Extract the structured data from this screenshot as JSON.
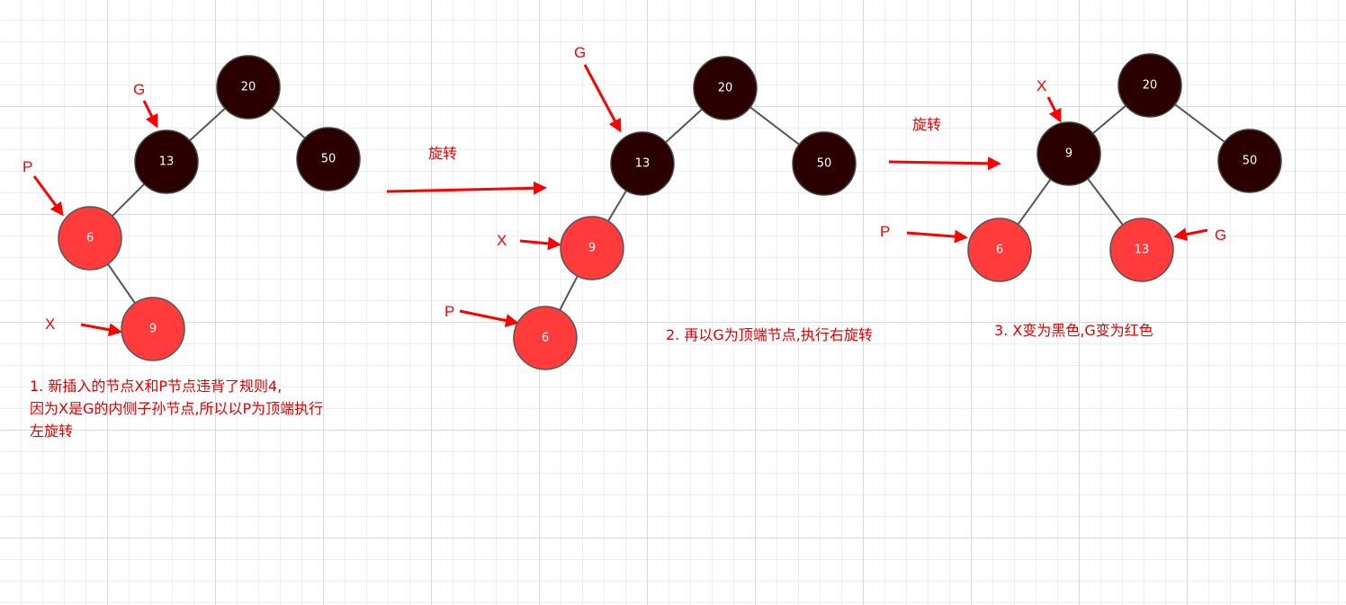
{
  "colors": {
    "black_node": "#2a0000",
    "red_node": "#ff3b3b",
    "edge": "#555555",
    "annotation": "#ff0000"
  },
  "panels": [
    {
      "nodes": {
        "root": "20",
        "g": "13",
        "right": "50",
        "p": "6",
        "x": "9"
      },
      "labels": {
        "g": "G",
        "p": "P",
        "x": "X"
      },
      "caption": "1. 新插入的节点X和P节点违背了规则4,\n因为X是G的内侧子孙节点,所以以P为顶端执行\n左旋转"
    },
    {
      "nodes": {
        "root": "20",
        "g": "13",
        "right": "50",
        "x": "9",
        "p": "6"
      },
      "labels": {
        "g": "G",
        "x": "X",
        "p": "P"
      },
      "caption": "2. 再以G为顶端节点,执行右旋转"
    },
    {
      "nodes": {
        "root": "20",
        "x": "9",
        "right": "50",
        "p": "6",
        "g": "13"
      },
      "labels": {
        "x": "X",
        "p": "P",
        "g": "G"
      },
      "caption": "3. X变为黑色,G变为红色"
    }
  ],
  "transitions": [
    {
      "label": "旋转"
    },
    {
      "label": "旋转"
    }
  ]
}
